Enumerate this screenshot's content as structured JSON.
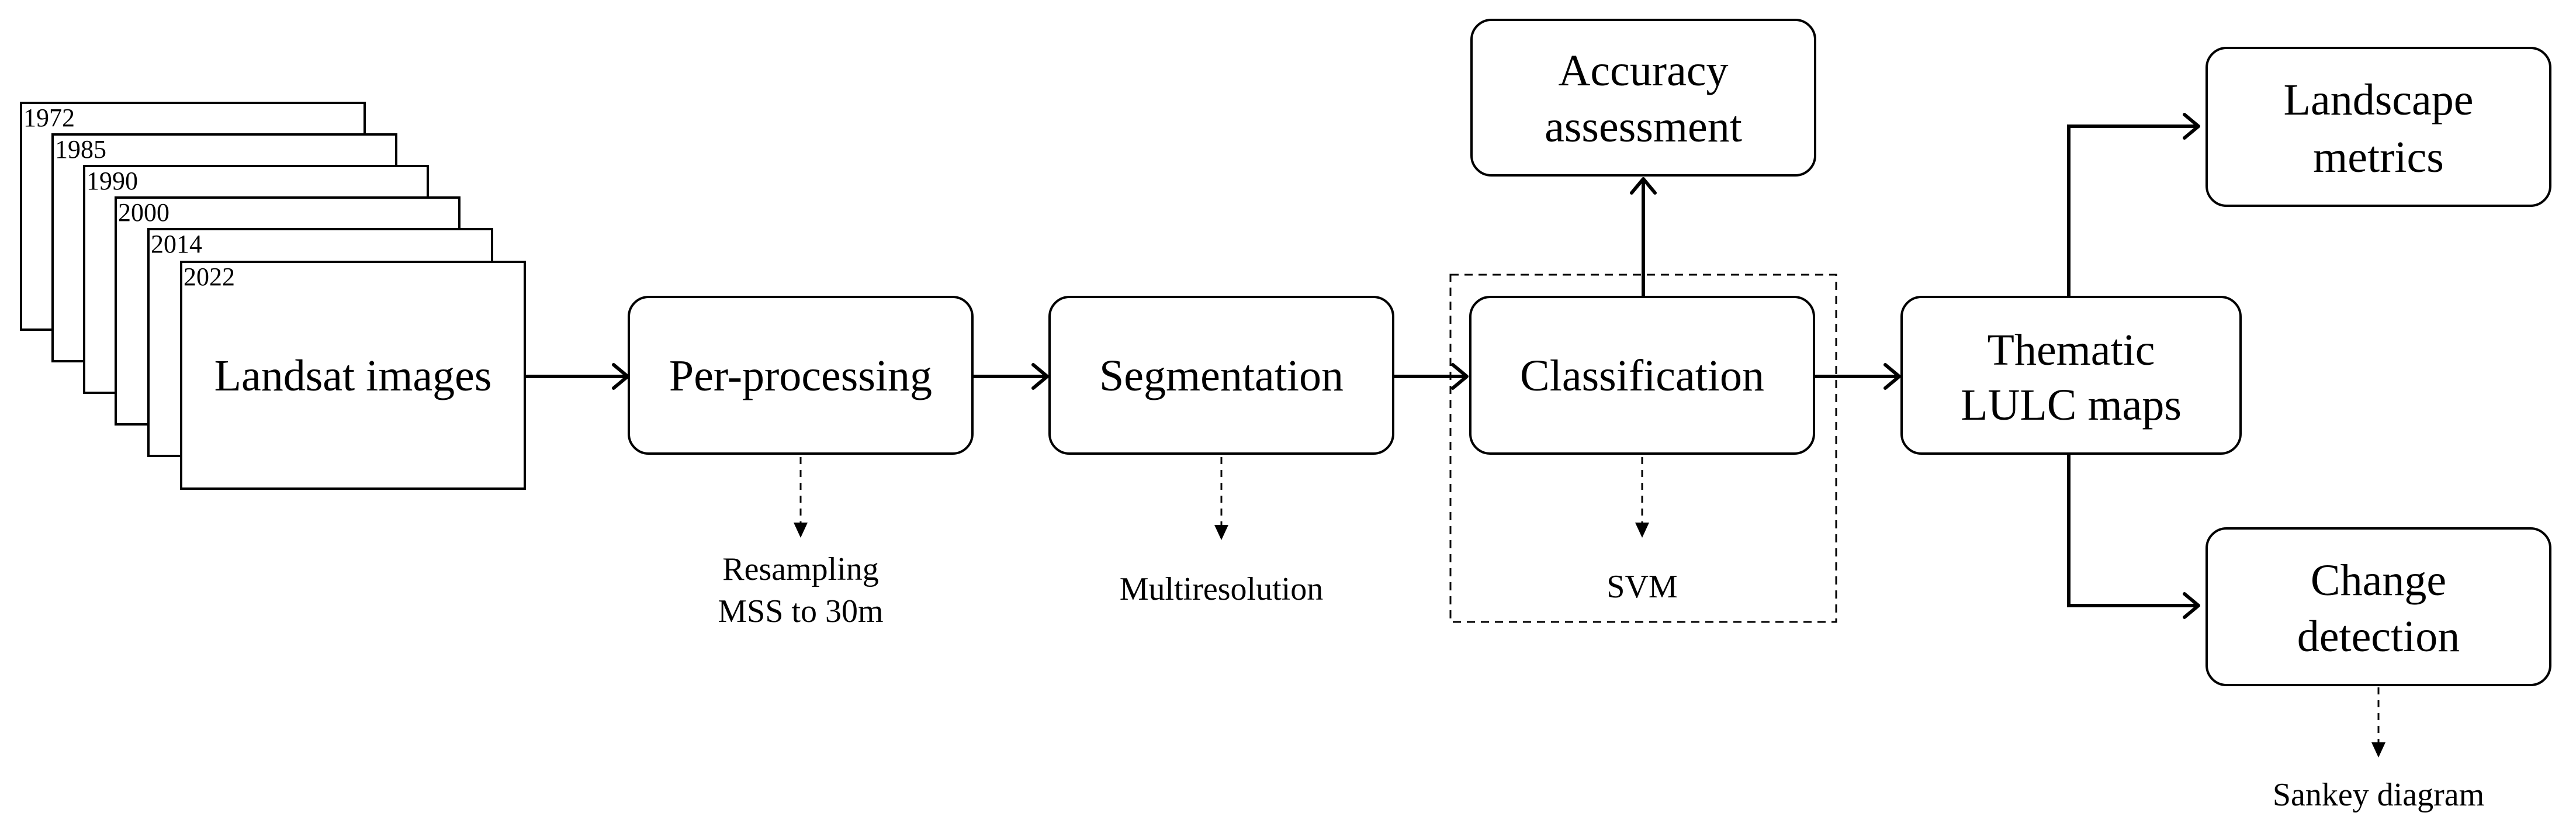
{
  "input_stack": {
    "years": [
      "1972",
      "1985",
      "1990",
      "2000",
      "2014",
      "2022"
    ],
    "label": "Landsat images"
  },
  "steps": {
    "preprocessing": "Per-processing",
    "segmentation": "Segmentation",
    "classification": "Classification",
    "accuracy": [
      "Accuracy",
      "assessment"
    ],
    "thematic": [
      "Thematic",
      "LULC maps"
    ],
    "landscape": [
      "Landscape",
      "metrics"
    ],
    "change": [
      "Change",
      "detection"
    ]
  },
  "notes": {
    "preprocessing": [
      "Resampling",
      "MSS to 30m"
    ],
    "segmentation": "Multiresolution",
    "classification": "SVM",
    "change": "Sankey diagram"
  }
}
